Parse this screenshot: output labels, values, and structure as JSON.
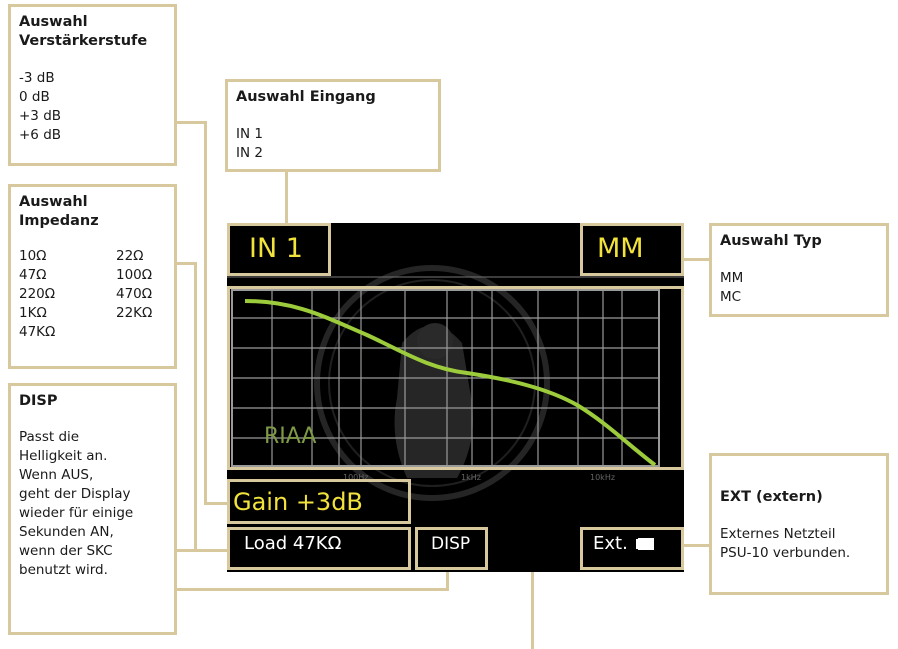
{
  "callouts": {
    "gain": {
      "title": "Auswahl Verstärkerstufe",
      "options": [
        "-3 dB",
        "0 dB",
        "+3 dB",
        "+6 dB"
      ]
    },
    "impedance": {
      "title": "Auswahl Impedanz",
      "options": [
        "10Ω",
        "22Ω",
        "47Ω",
        "100Ω",
        "220Ω",
        "470Ω",
        "1KΩ",
        "22KΩ",
        "47KΩ"
      ]
    },
    "disp": {
      "title": "DISP",
      "text": [
        "Passt die",
        "Helligkeit an.",
        "Wenn AUS,",
        "geht der Display",
        "wieder für einige",
        "Sekunden AN,",
        "wenn der SKC",
        "benutzt wird."
      ]
    },
    "input": {
      "title": "Auswahl Eingang",
      "options": [
        "IN 1",
        "IN 2"
      ]
    },
    "type": {
      "title": "Auswahl Typ",
      "options": [
        "MM",
        "MC"
      ]
    },
    "ext": {
      "title": "EXT (extern)",
      "text": [
        "Externes Netzteil",
        "PSU-10 verbunden."
      ]
    }
  },
  "display": {
    "input": "IN 1",
    "type": "MM",
    "curve_label": "RIAA",
    "freq_labels": [
      "100Hz",
      "1kHz",
      "10kHz"
    ],
    "gain": "Gain +3dB",
    "load": "Load 47KΩ",
    "disp": "DISP",
    "ext": "Ext.",
    "colors": {
      "screen_bg": "#000000",
      "highlight": "#d7c89e",
      "text_yellow": "#f2e23c",
      "curve": "#9ccc3c",
      "grid": "#9a9a9a"
    }
  }
}
